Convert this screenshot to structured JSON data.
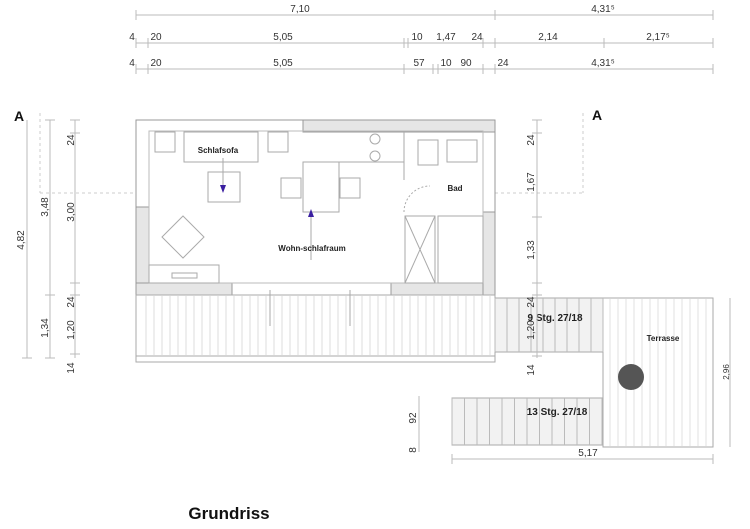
{
  "title": "Grundriss",
  "section_marks": {
    "left": "A",
    "right": "A"
  },
  "rooms": {
    "sofa": "Schlafsofa",
    "bath": "Bad",
    "living": "Wohn-schlafraum",
    "terrace": "Terrasse"
  },
  "stairs": {
    "upper": "9 Stg. 27/18",
    "lower": "13 Stg. 27/18"
  },
  "dims_top": {
    "row1": [
      "7,10",
      "4,31⁵"
    ],
    "row2": [
      "4",
      "20",
      "5,05",
      "10",
      "1,47",
      "24",
      "2,14",
      "2,17⁵"
    ],
    "row3": [
      "4",
      "20",
      "5,05",
      "57",
      "10",
      "90",
      "24",
      "4,31⁵"
    ]
  },
  "dims_left": {
    "outer": "4,82",
    "middle": [
      "3,48",
      "1,34"
    ],
    "inner": [
      "24",
      "3,00",
      "24",
      "1,20",
      "14"
    ]
  },
  "dims_right": [
    "24",
    "1,67",
    "1,33",
    "24",
    "1,20",
    "14"
  ],
  "dims_stair": {
    "height": "92",
    "step": "8",
    "terrace_depth": "2,96",
    "terrace_width": "5,17"
  },
  "colors": {
    "arrow": "#3a1fa0",
    "column": "#555555"
  }
}
